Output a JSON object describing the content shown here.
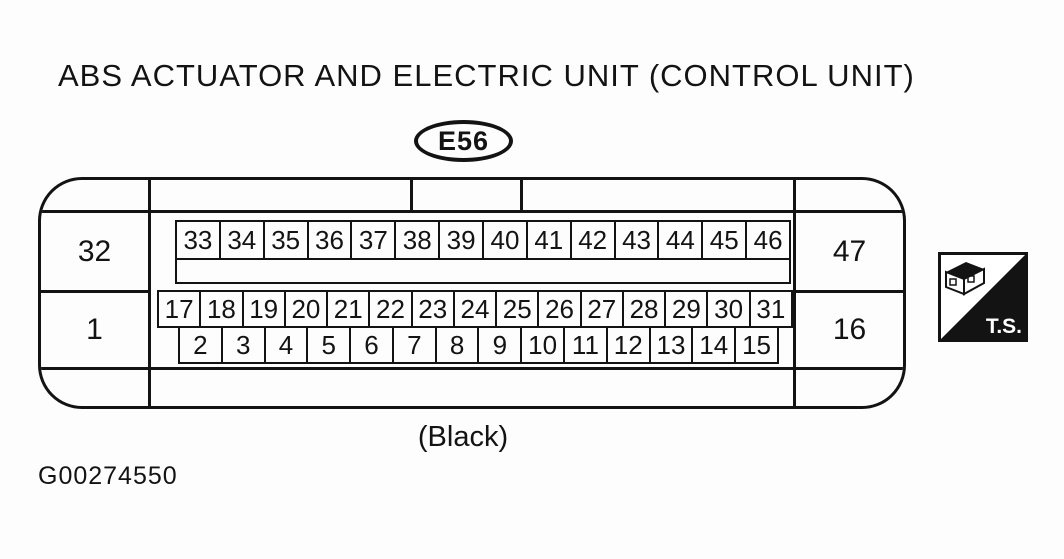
{
  "title": "ABS ACTUATOR AND ELECTRIC UNIT (CONTROL UNIT)",
  "connector_id": "E56",
  "color_note": "(Black)",
  "figure_id": "G00274550",
  "terminal_side_label": "T.S.",
  "connector": {
    "corner_pins": {
      "top_left": "32",
      "bottom_left": "1",
      "top_right": "47",
      "bottom_right": "16"
    },
    "row_top": [
      "33",
      "34",
      "35",
      "36",
      "37",
      "38",
      "39",
      "40",
      "41",
      "42",
      "43",
      "44",
      "45",
      "46"
    ],
    "row_mid": [
      "17",
      "18",
      "19",
      "20",
      "21",
      "22",
      "23",
      "24",
      "25",
      "26",
      "27",
      "28",
      "29",
      "30",
      "31"
    ],
    "row_bottom": [
      "2",
      "3",
      "4",
      "5",
      "6",
      "7",
      "8",
      "9",
      "10",
      "11",
      "12",
      "13",
      "14",
      "15"
    ]
  }
}
